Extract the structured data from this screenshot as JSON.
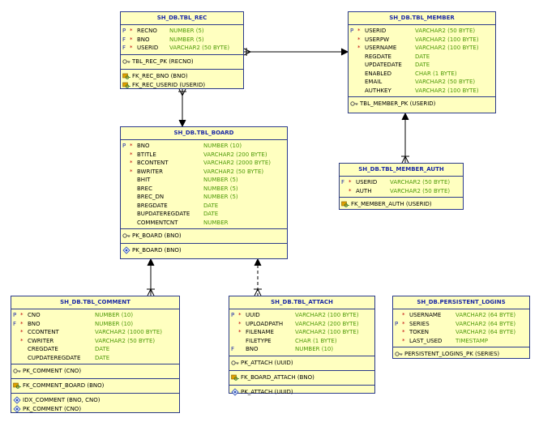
{
  "tables": {
    "tbl_rec": {
      "title": "SH_DB.TBL_REC",
      "columns": [
        {
          "key": "P",
          "mand": "*",
          "name": "RECNO",
          "type": "NUMBER (5)"
        },
        {
          "key": "F",
          "mand": "*",
          "name": "BNO",
          "type": "NUMBER (5)"
        },
        {
          "key": "F",
          "mand": "*",
          "name": "USERID",
          "type": "VARCHAR2 (50 BYTE)"
        }
      ],
      "pk": [
        "TBL_REC_PK (RECNO)"
      ],
      "fk": [
        "FK_REC_BNO (BNO)",
        "FK_REC_USERID (USERID)"
      ]
    },
    "tbl_member": {
      "title": "SH_DB.TBL_MEMBER",
      "columns": [
        {
          "key": "P",
          "mand": "*",
          "name": "USERID",
          "type": "VARCHAR2 (50 BYTE)"
        },
        {
          "key": "",
          "mand": "*",
          "name": "USERPW",
          "type": "VARCHAR2 (100 BYTE)"
        },
        {
          "key": "",
          "mand": "*",
          "name": "USERNAME",
          "type": "VARCHAR2 (100 BYTE)"
        },
        {
          "key": "",
          "mand": "",
          "name": "REGDATE",
          "type": "DATE"
        },
        {
          "key": "",
          "mand": "",
          "name": "UPDATEDATE",
          "type": "DATE"
        },
        {
          "key": "",
          "mand": "",
          "name": "ENABLED",
          "type": "CHAR (1 BYTE)"
        },
        {
          "key": "",
          "mand": "",
          "name": "EMAIL",
          "type": "VARCHAR2 (50 BYTE)"
        },
        {
          "key": "",
          "mand": "",
          "name": "AUTHKEY",
          "type": "VARCHAR2 (100 BYTE)"
        }
      ],
      "pk": [
        "TBL_MEMBER_PK (USERID)"
      ]
    },
    "tbl_board": {
      "title": "SH_DB.TBL_BOARD",
      "columns": [
        {
          "key": "P",
          "mand": "*",
          "name": "BNO",
          "type": "NUMBER (10)"
        },
        {
          "key": "",
          "mand": "*",
          "name": "BTITLE",
          "type": "VARCHAR2 (200 BYTE)"
        },
        {
          "key": "",
          "mand": "*",
          "name": "BCONTENT",
          "type": "VARCHAR2 (2000 BYTE)"
        },
        {
          "key": "",
          "mand": "*",
          "name": "BWRITER",
          "type": "VARCHAR2 (50 BYTE)"
        },
        {
          "key": "",
          "mand": "",
          "name": "BHIT",
          "type": "NUMBER (5)"
        },
        {
          "key": "",
          "mand": "",
          "name": "BREC",
          "type": "NUMBER (5)"
        },
        {
          "key": "",
          "mand": "",
          "name": "BREC_DN",
          "type": "NUMBER (5)"
        },
        {
          "key": "",
          "mand": "",
          "name": "BREGDATE",
          "type": "DATE"
        },
        {
          "key": "",
          "mand": "",
          "name": "BUPDATEREGDATE",
          "type": "DATE"
        },
        {
          "key": "",
          "mand": "",
          "name": "COMMENTCNT",
          "type": "NUMBER"
        }
      ],
      "pk": [
        "PK_BOARD (BNO)"
      ],
      "idx": [
        "PK_BOARD (BNO)"
      ]
    },
    "tbl_member_auth": {
      "title": "SH_DB.TBL_MEMBER_AUTH",
      "columns": [
        {
          "key": "F",
          "mand": "*",
          "name": "USERID",
          "type": "VARCHAR2 (50 BYTE)"
        },
        {
          "key": "",
          "mand": "*",
          "name": "AUTH",
          "type": "VARCHAR2 (50 BYTE)"
        }
      ],
      "fk": [
        "FK_MEMBER_AUTH (USERID)"
      ]
    },
    "tbl_comment": {
      "title": "SH_DB.TBL_COMMENT",
      "columns": [
        {
          "key": "P",
          "mand": "*",
          "name": "CNO",
          "type": "NUMBER (10)"
        },
        {
          "key": "F",
          "mand": "*",
          "name": "BNO",
          "type": "NUMBER (10)"
        },
        {
          "key": "",
          "mand": "*",
          "name": "CCONTENT",
          "type": "VARCHAR2 (1000 BYTE)"
        },
        {
          "key": "",
          "mand": "*",
          "name": "CWRITER",
          "type": "VARCHAR2 (50 BYTE)"
        },
        {
          "key": "",
          "mand": "",
          "name": "CREGDATE",
          "type": "DATE"
        },
        {
          "key": "",
          "mand": "",
          "name": "CUPDATEREGDATE",
          "type": "DATE"
        }
      ],
      "pk": [
        "PK_COMMENT (CNO)"
      ],
      "fk": [
        "FK_COMMENT_BOARD (BNO)"
      ],
      "idx": [
        "IDX_COMMENT (BNO, CNO)",
        "PK_COMMENT (CNO)"
      ]
    },
    "tbl_attach": {
      "title": "SH_DB.TBL_ATTACH",
      "columns": [
        {
          "key": "P",
          "mand": "*",
          "name": "UUID",
          "type": "VARCHAR2 (100 BYTE)"
        },
        {
          "key": "",
          "mand": "*",
          "name": "UPLOADPATH",
          "type": "VARCHAR2 (200 BYTE)"
        },
        {
          "key": "",
          "mand": "*",
          "name": "FILENAME",
          "type": "VARCHAR2 (100 BYTE)"
        },
        {
          "key": "",
          "mand": "",
          "name": "FILETYPE",
          "type": "CHAR (1 BYTE)"
        },
        {
          "key": "F",
          "mand": "",
          "name": "BNO",
          "type": "NUMBER (10)"
        }
      ],
      "pk": [
        "PK_ATTACH (UUID)"
      ],
      "fk": [
        "FK_BOARD_ATTACH (BNO)"
      ],
      "idx": [
        "PK_ATTACH (UUID)"
      ]
    },
    "persistent_logins": {
      "title": "SH_DB.PERSISTENT_LOGINS",
      "columns": [
        {
          "key": "",
          "mand": "*",
          "name": "USERNAME",
          "type": "VARCHAR2 (64 BYTE)"
        },
        {
          "key": "P",
          "mand": "*",
          "name": "SERIES",
          "type": "VARCHAR2 (64 BYTE)"
        },
        {
          "key": "",
          "mand": "*",
          "name": "TOKEN",
          "type": "VARCHAR2 (64 BYTE)"
        },
        {
          "key": "",
          "mand": "*",
          "name": "LAST_USED",
          "type": "TIMESTAMP"
        }
      ],
      "pk": [
        "PERSISTENT_LOGINS_PK (SERIES)"
      ]
    }
  },
  "colors": {
    "border": "#2b3a8a",
    "fill": "#ffffc0",
    "title": "#1c2aa6",
    "type": "#4e9a06",
    "mandatory": "#c00000"
  },
  "icons": {
    "pk": "key-icon",
    "fk": "foreign-key-icon",
    "index": "index-icon"
  }
}
